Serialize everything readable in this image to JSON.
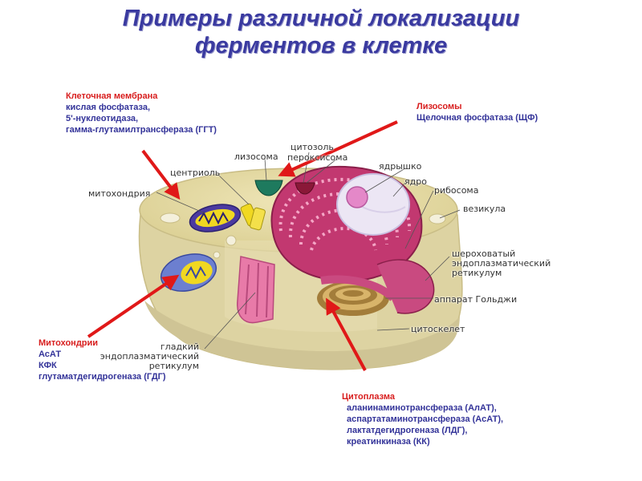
{
  "title": {
    "line1": "Примеры различной локализации",
    "line2": "ферментов в клетке"
  },
  "groups": {
    "membrane": {
      "heading": "Клеточная мембрана",
      "lines": [
        "кислая фосфатаза,",
        "5'-нуклеотидаза,",
        "гамма-глутамилтрансфераза (ГГТ)"
      ]
    },
    "lysosomes": {
      "heading": "Лизосомы",
      "lines": [
        "Щелочная фосфатаза (ЩФ)"
      ]
    },
    "mitochondria": {
      "heading": "Митохондрии",
      "lines": [
        "АсАТ",
        "КФК",
        "глутаматдегидрогеназа (ГДГ)"
      ]
    },
    "cytoplasm": {
      "heading": "Цитоплазма",
      "lines": [
        "аланинаминотрансфераза (АлАТ),",
        "аспартатаминотрансфераза (АсАТ),",
        "лактатдегидрогеназа (ЛДГ),",
        "креатинкиназа (КК)"
      ]
    }
  },
  "labels": {
    "cytosol": "цитозоль",
    "lysosome": "лизосома",
    "peroxisome": "пероксисома",
    "nucleolus": "ядрышко",
    "centriole": "центриоль",
    "nucleus": "ядро",
    "ribosome": "рибосома",
    "mitochondrion": "митохондрия",
    "vesicle": "везикула",
    "rough_er": [
      "шероховатый",
      "эндоплазматический",
      "ретикулум"
    ],
    "golgi": "аппарат Гольджи",
    "cytoskeleton": "цитоскелет",
    "smooth_er": [
      "гладкий",
      "эндоплазматический",
      "ретикулум"
    ]
  },
  "colors": {
    "title": "#3a3aa0",
    "heading": "#d81e1e",
    "enzyme_text": "#333399",
    "arrow": "#e01818"
  }
}
